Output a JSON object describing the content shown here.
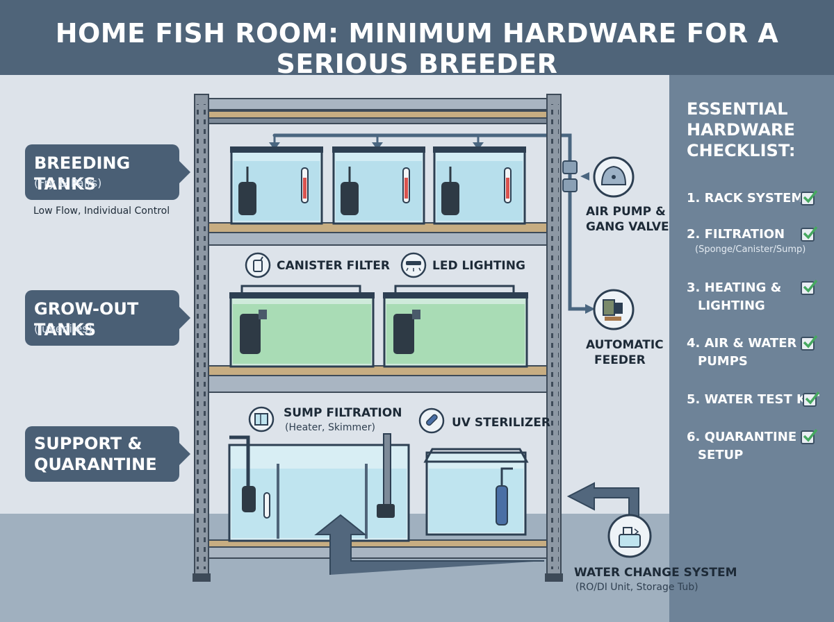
{
  "title": "HOME FISH ROOM: MINIMUM HARDWARE FOR A SERIOUS BREEDER",
  "colors": {
    "header": "#4f6479",
    "callout": "#4a5f75",
    "checklist_panel": "#6e8398",
    "water_blue": "#bfe4ef",
    "water_green": "#a9dcb5",
    "check_green": "#46a860"
  },
  "zones": {
    "breeding": {
      "title": "BREEDING TANKS",
      "subtitle": "(Fry & Pairs)",
      "note": "Low Flow, Individual Control"
    },
    "growout": {
      "title": "GROW-OUT TANKS",
      "subtitle": "(Juveniles)"
    },
    "support": {
      "title_line1": "SUPPORT &",
      "title_line2": "QUARANTINE"
    }
  },
  "components": {
    "canister": {
      "label": "CANISTER FILTER",
      "icon": "canister-filter-icon"
    },
    "led": {
      "label": "LED LIGHTING",
      "icon": "led-light-icon"
    },
    "sump": {
      "label": "SUMP FILTRATION",
      "sublabel": "(Heater, Skimmer)",
      "icon": "sump-icon"
    },
    "uv": {
      "label": "UV STERILIZER",
      "icon": "uv-sterilizer-icon"
    },
    "airpump": {
      "label_line1": "AIR PUMP &",
      "label_line2": "GANG VALVE",
      "icon": "air-pump-icon"
    },
    "feeder": {
      "label_line1": "AUTOMATIC",
      "label_line2": "FEEDER",
      "icon": "feeder-icon"
    },
    "waterchange": {
      "label": "WATER CHANGE SYSTEM",
      "sublabel": "(RO/DI Unit, Storage Tub)",
      "icon": "water-tub-icon"
    }
  },
  "checklist": {
    "title_line1": "ESSENTIAL",
    "title_line2": "HARDWARE",
    "title_line3": "CHECKLIST:",
    "items": [
      {
        "line1": "1. RACK SYSTEM",
        "checked": true
      },
      {
        "line1": "2. FILTRATION",
        "sub": "(Sponge/Canister/Sump)",
        "checked": true
      },
      {
        "line1": "3. HEATING &",
        "line2": "LIGHTING",
        "checked": true
      },
      {
        "line1": "4. AIR & WATER",
        "line2": "PUMPS",
        "checked": true
      },
      {
        "line1": "5. WATER TEST KIT",
        "checked": true
      },
      {
        "line1": "6. QUARANTINE",
        "line2": "SETUP",
        "checked": true
      }
    ]
  }
}
